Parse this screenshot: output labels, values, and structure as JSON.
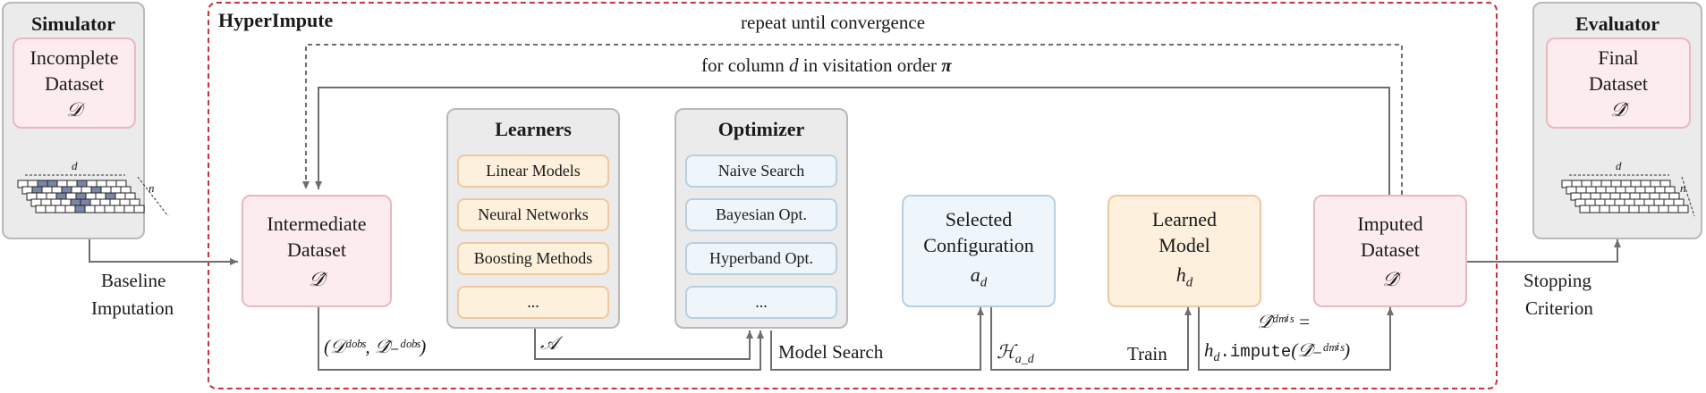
{
  "simulator": {
    "title": "Simulator",
    "node_line1": "Incomplete",
    "node_line2": "Dataset",
    "node_symbol": "𝒟",
    "dim_d": "d",
    "dim_n": "n"
  },
  "hyperimpute": {
    "title": "HyperImpute",
    "repeat_label": "repeat until convergence",
    "loop_label_prefix": "for column ",
    "loop_label_var": "d",
    "loop_label_mid": " in visitation order ",
    "loop_label_pi": "π"
  },
  "intermediate": {
    "line1": "Intermediate",
    "line2": "Dataset",
    "symbol": "𝒟̂"
  },
  "learners": {
    "title": "Learners",
    "items": [
      "Linear Models",
      "Neural Networks",
      "Boosting Methods",
      "..."
    ]
  },
  "optimizer": {
    "title": "Optimizer",
    "items": [
      "Naive Search",
      "Bayesian Opt.",
      "Hyperband Opt.",
      "..."
    ]
  },
  "selected": {
    "line1": "Selected",
    "line2": "Configuration",
    "symbol": "a",
    "sub": "d"
  },
  "learned": {
    "line1": "Learned",
    "line2": "Model",
    "symbol": "h",
    "sub": "d"
  },
  "imputed": {
    "line1": "Imputed",
    "line2": "Dataset",
    "symbol": "𝒟̂"
  },
  "evaluator": {
    "title": "Evaluator",
    "node_line1": "Final",
    "node_line2": "Dataset",
    "node_symbol": "𝒟̂",
    "dim_d": "d",
    "dim_n": "n"
  },
  "edges": {
    "baseline_line1": "Baseline",
    "baseline_line2": "Imputation",
    "stopping_line1": "Stopping",
    "stopping_line2": "Criterion",
    "obs_pair": "(𝒟ᵈᵒᵇˢ, 𝒟̂₋ᵈᵒᵇˢ)",
    "learner_space": "𝒜",
    "model_search": "Model Search",
    "hyper_space": "ℋ",
    "hyper_sub": "a_d",
    "train": "Train",
    "impute_top": "𝒟̂ᵈᵐⁱˢ =",
    "impute_bottom_prefix": "h",
    "impute_bottom_sub": "d",
    "impute_bottom_call": ".impute",
    "impute_bottom_arg": "(𝒟̂₋ᵈᵐⁱˢ)"
  }
}
